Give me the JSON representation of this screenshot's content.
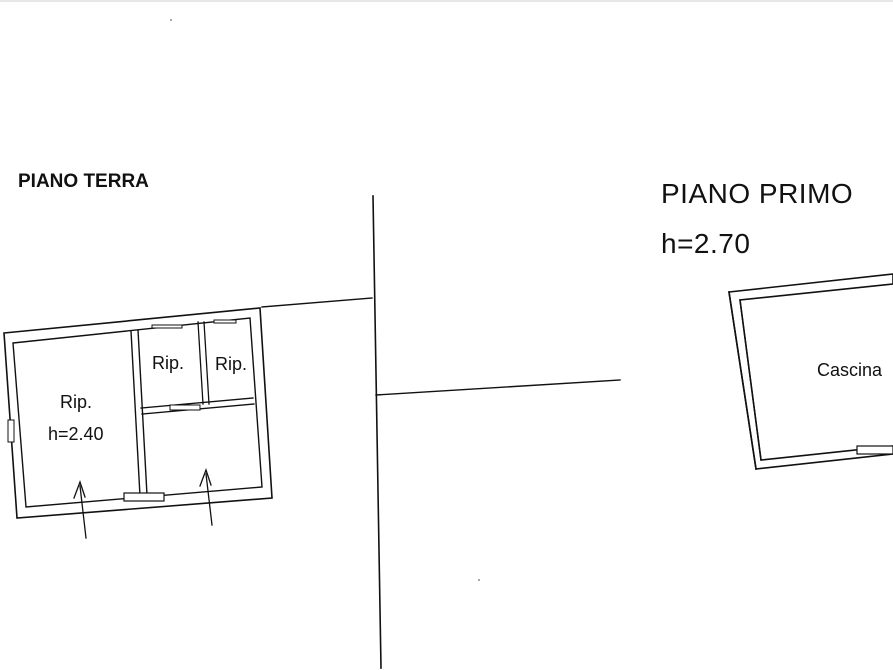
{
  "ground_floor": {
    "title": "PIANO TERRA",
    "rooms": {
      "rip_main_name": "Rip.",
      "rip_main_height": "h=2.40",
      "rip_small_a": "Rip.",
      "rip_small_b": "Rip."
    }
  },
  "first_floor": {
    "title": "PIANO PRIMO",
    "height": "h=2.70",
    "room_name": "Cascina"
  },
  "colors": {
    "ink": "#111111",
    "wall_fill": "#ffffff",
    "background": "#ffffff"
  }
}
